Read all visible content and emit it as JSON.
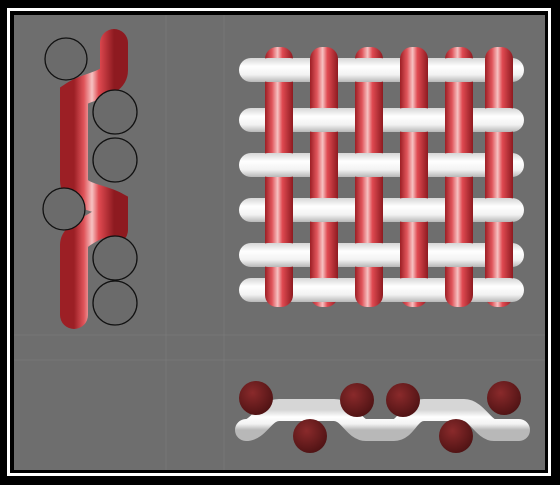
{
  "figure": {
    "panels": [
      {
        "id": "yarn-cross-section",
        "description_label": ""
      },
      {
        "id": "woven-fabric-plan-view",
        "description_label": ""
      },
      {
        "id": "weft-cross-section",
        "description_label": ""
      }
    ]
  },
  "colors": {
    "background": "#6e6e6e",
    "grid_line": "#7a7a7a",
    "red_yarn": "#c8333a",
    "red_highlight": "#f6c2c2",
    "white_yarn": "#f4f4f4",
    "white_shade": "#c9c9c9",
    "dark_red_dot": "#6a1d1e",
    "circle_outline": "#111111",
    "frame_black": "#000000",
    "frame_white": "#ffffff"
  },
  "icons": [
    "yarn-circle-icon",
    "yarn-dot-icon"
  ]
}
